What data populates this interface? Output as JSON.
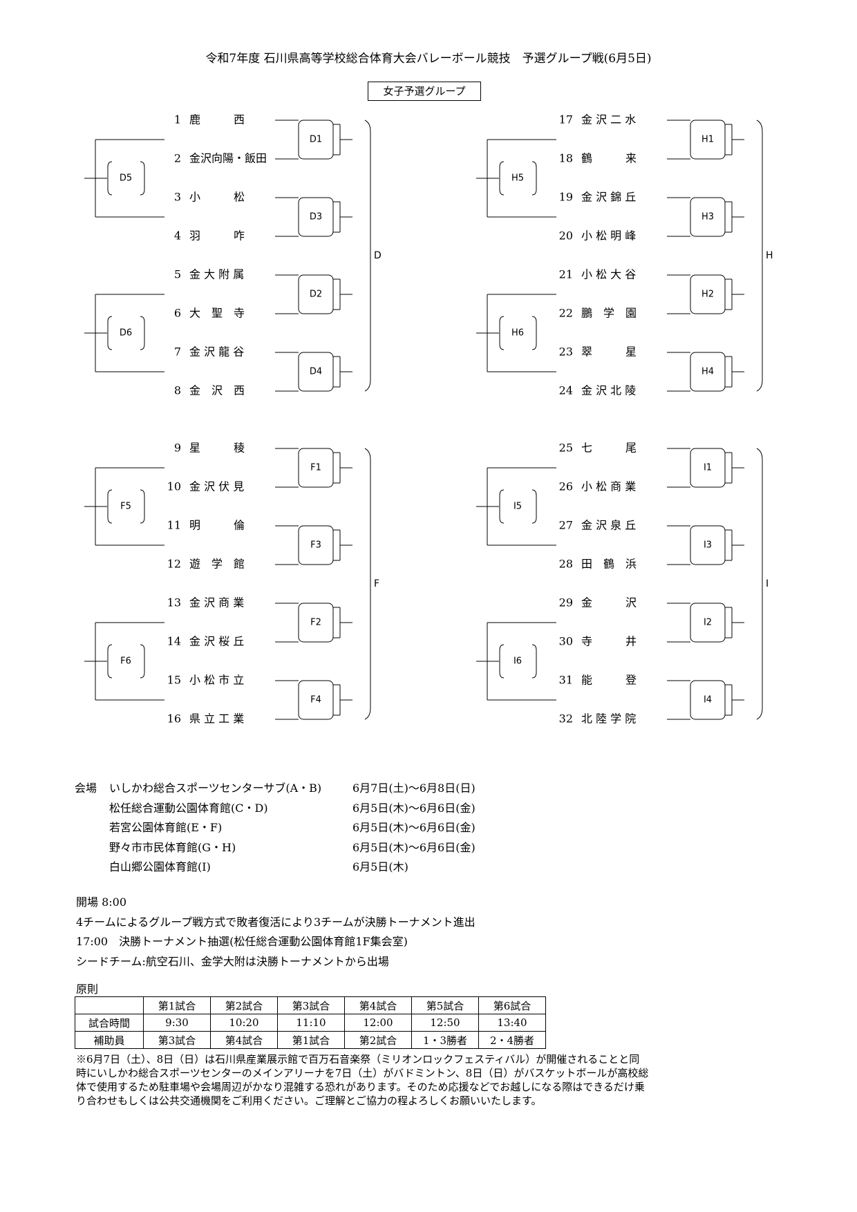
{
  "title": "令和7年度 石川県高等学校総合体育大会バレーボール競技　予選グループ戦(6月5日)",
  "subtitle": "女子予選グループ",
  "groups": [
    {
      "label": "D",
      "boxes": [
        "D1",
        "D3",
        "D2",
        "D4"
      ],
      "second": [
        "D5",
        "D6"
      ],
      "teams": [
        {
          "num": "1",
          "name": "鹿　　　西"
        },
        {
          "num": "2",
          "name": "金沢向陽・飯田"
        },
        {
          "num": "3",
          "name": "小　　　松"
        },
        {
          "num": "4",
          "name": "羽　　　咋"
        },
        {
          "num": "5",
          "name": "金 大 附 属"
        },
        {
          "num": "6",
          "name": "大　聖　寺"
        },
        {
          "num": "7",
          "name": "金 沢 龍 谷"
        },
        {
          "num": "8",
          "name": "金　沢　西"
        }
      ]
    },
    {
      "label": "H",
      "boxes": [
        "H1",
        "H3",
        "H2",
        "H4"
      ],
      "second": [
        "H5",
        "H6"
      ],
      "teams": [
        {
          "num": "17",
          "name": "金 沢 二 水"
        },
        {
          "num": "18",
          "name": "鶴　　　来"
        },
        {
          "num": "19",
          "name": "金 沢 錦 丘"
        },
        {
          "num": "20",
          "name": "小 松 明 峰"
        },
        {
          "num": "21",
          "name": "小 松 大 谷"
        },
        {
          "num": "22",
          "name": "鵬　学　園"
        },
        {
          "num": "23",
          "name": "翠　　　星"
        },
        {
          "num": "24",
          "name": "金 沢 北 陵"
        }
      ]
    },
    {
      "label": "F",
      "boxes": [
        "F1",
        "F3",
        "F2",
        "F4"
      ],
      "second": [
        "F5",
        "F6"
      ],
      "teams": [
        {
          "num": "9",
          "name": "星　　　稜"
        },
        {
          "num": "10",
          "name": "金 沢 伏 見"
        },
        {
          "num": "11",
          "name": "明　　　倫"
        },
        {
          "num": "12",
          "name": "遊　学　館"
        },
        {
          "num": "13",
          "name": "金 沢 商 業"
        },
        {
          "num": "14",
          "name": "金 沢 桜 丘"
        },
        {
          "num": "15",
          "name": "小 松 市 立"
        },
        {
          "num": "16",
          "name": "県 立 工 業"
        }
      ]
    },
    {
      "label": "I",
      "boxes": [
        "I1",
        "I3",
        "I2",
        "I4"
      ],
      "second": [
        "I5",
        "I6"
      ],
      "teams": [
        {
          "num": "25",
          "name": "七　　　尾"
        },
        {
          "num": "26",
          "name": "小 松 商 業"
        },
        {
          "num": "27",
          "name": "金 沢 泉 丘"
        },
        {
          "num": "28",
          "name": "田　鶴　浜"
        },
        {
          "num": "29",
          "name": "金　　　沢"
        },
        {
          "num": "30",
          "name": "寺　　　井"
        },
        {
          "num": "31",
          "name": "能　　　登"
        },
        {
          "num": "32",
          "name": "北 陸 学 院"
        }
      ]
    }
  ],
  "venues": {
    "heading": "会場",
    "rows": [
      {
        "name": "いしかわ総合スポーツセンターサブ(A・B)",
        "date": "6月7日(土)～6月8日(日)"
      },
      {
        "name": "松任総合運動公園体育館(C・D)",
        "date": "6月5日(木)～6月6日(金)"
      },
      {
        "name": "若宮公園体育館(E・F)",
        "date": "6月5日(木)～6月6日(金)"
      },
      {
        "name": "野々市市民体育館(G・H)",
        "date": "6月5日(木)～6月6日(金)"
      },
      {
        "name": "白山郷公園体育館(I)",
        "date": "6月5日(木)"
      }
    ]
  },
  "notes": [
    "開場 8:00",
    "4チームによるグループ戦方式で敗者復活により3チームが決勝トーナメント進出",
    "17:00　決勝トーナメント抽選(松任総合運動公園体育館1F集会室)",
    "シードチーム:航空石川、金学大附は決勝トーナメントから出場"
  ],
  "rules": {
    "title": "原則",
    "header": [
      "",
      "第1試合",
      "第2試合",
      "第3試合",
      "第4試合",
      "第5試合",
      "第6試合"
    ],
    "rows": [
      [
        "試合時間",
        "9:30",
        "10:20",
        "11:10",
        "12:00",
        "12:50",
        "13:40"
      ],
      [
        "補助員",
        "第3試合",
        "第4試合",
        "第1試合",
        "第2試合",
        "1・3勝者",
        "2・4勝者"
      ]
    ]
  },
  "footnote": "※6月7日（土）、8日（日）は石川県産業展示館で百万石音楽祭（ミリオンロックフェスティバル）が開催されることと同時にいしかわ総合スポーツセンターのメインアリーナを7日（土）がバドミントン、8日（日）がバスケットボールが高校総体で使用するため駐車場や会場周辺がかなり混雑する恐れがあります。そのため応援などでお越しになる際はできるだけ乗り合わせもしくは公共交通機関をご利用ください。ご理解とご協力の程よろしくお願いいたします。"
}
